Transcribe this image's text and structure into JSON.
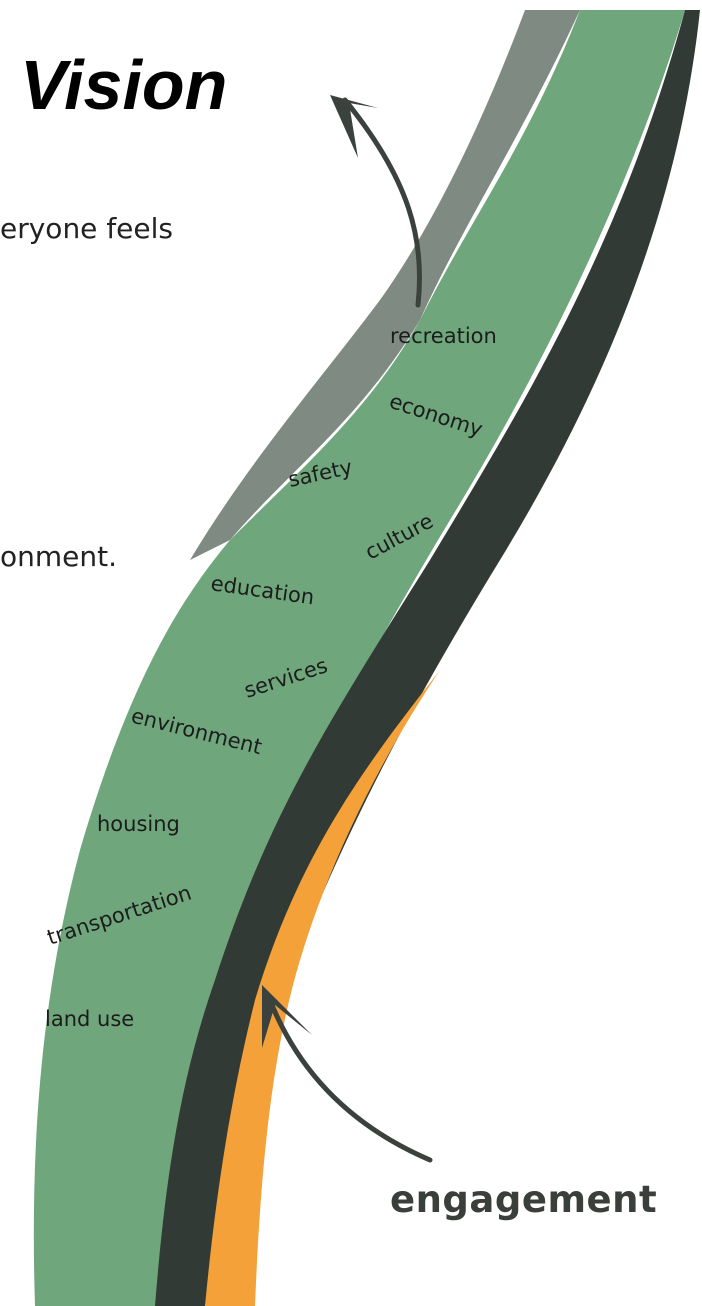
{
  "heading": "Vision",
  "body_fragments": [
    "eryone feels",
    "onment."
  ],
  "topics": [
    "recreation",
    "economy",
    "safety",
    "culture",
    "education",
    "services",
    "environment",
    "housing",
    "transportation",
    "land use"
  ],
  "bottom_label": "engagement",
  "colors": {
    "band_green": "#6fa67c",
    "band_dark": "#323a35",
    "band_gray": "#7f8a82",
    "band_orange": "#f4a13a",
    "arrow": "#3b423e"
  }
}
